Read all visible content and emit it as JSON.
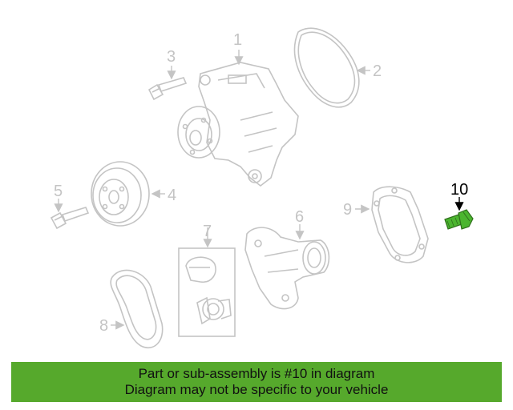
{
  "callouts": [
    {
      "label": "1"
    },
    {
      "label": "2"
    },
    {
      "label": "3"
    },
    {
      "label": "4"
    },
    {
      "label": "5"
    },
    {
      "label": "6"
    },
    {
      "label": "7"
    },
    {
      "label": "8"
    },
    {
      "label": "9"
    },
    {
      "label": "10",
      "highlighted": true
    }
  ],
  "colors": {
    "faded_part": "#c4c4c4",
    "highlight_part": "#4bb52f",
    "banner_background": "#56a92c"
  },
  "banner": {
    "line1": "Part or sub-assembly is #10 in diagram",
    "line2": "Diagram may not be specific to your vehicle"
  }
}
